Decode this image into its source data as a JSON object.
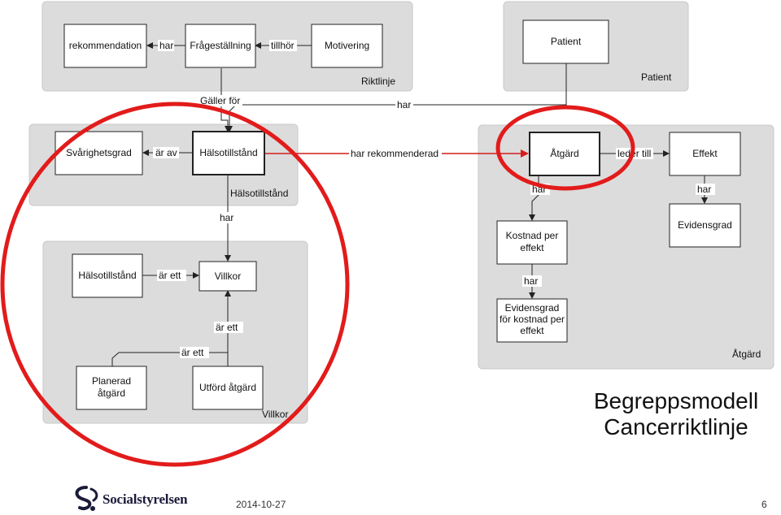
{
  "groups": {
    "riktlinje": "Riktlinje",
    "patient": "Patient",
    "halsotillstand": "Hälsotillstånd",
    "villkor": "Villkor",
    "atgard": "Åtgärd"
  },
  "nodes": {
    "rekommendation": "rekommendation",
    "fragestallning": "Frågeställning",
    "motivering": "Motivering",
    "patient": "Patient",
    "svarighetsgrad": "Svårighetsgrad",
    "halsotillstand": "Hälsotillstånd",
    "atgard": "Åtgärd",
    "effekt": "Effekt",
    "evidensgrad": "Evidensgrad",
    "kostnad_per_effekt": [
      "Kostnad per",
      "effekt"
    ],
    "evidensgrad_kostnad": [
      "Evidensgrad",
      "för kostnad per",
      "effekt"
    ],
    "villkor_halsotillstand": "Hälsotillstånd",
    "villkor": "Villkor",
    "planerad_atgard": [
      "Planerad",
      "åtgärd"
    ],
    "utford_atgard": "Utförd åtgärd"
  },
  "edges": {
    "fragestallning_har": "har",
    "motivering_tillhor": "tillhör",
    "galler_for": "Gäller för",
    "patient_har": "har",
    "ar_av": "är av",
    "har_rekommenderad": "har rekommenderad",
    "leder_till": "leder till",
    "effekt_har": "har",
    "atgard_har": "har",
    "kostnad_har": "har",
    "halsotillstand_har": "har",
    "villkor_ar_ett_1": "är ett",
    "villkor_ar_ett_2": "är ett",
    "villkor_ar_ett_3": "är ett"
  },
  "title": [
    "Begreppsmodell",
    "Cancerriktlinje"
  ],
  "footer": {
    "logo_text": "Socialstyrelsen",
    "date": "2014-10-27",
    "page": "6"
  },
  "colors": {
    "group_fill": "#dcdcdc",
    "highlight": "#e21b1b",
    "red_edge": "#d41c1c"
  },
  "icons": {
    "logo": "socialstyrelsen-logo-icon"
  }
}
